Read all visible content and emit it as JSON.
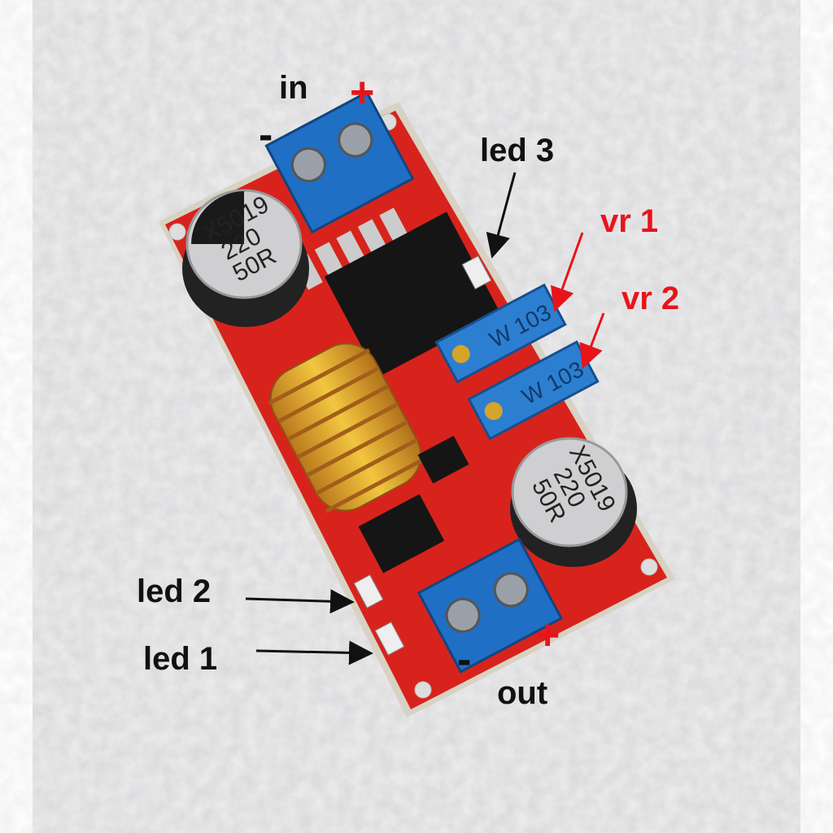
{
  "annotations": {
    "input_label": "in",
    "input_plus": "+",
    "input_minus": "-",
    "output_label": "out",
    "output_plus": "+",
    "output_minus": "-",
    "led3": "led 3",
    "led2": "led 2",
    "led1": "led 1",
    "vr1": "vr 1",
    "vr2": "vr 2"
  },
  "component_markings": {
    "capacitor_top": [
      "X5019",
      "220",
      "50R"
    ],
    "capacitor_bottom": [
      "X5019",
      "220",
      "50R"
    ],
    "trimmer_1": "W 103",
    "trimmer_2": "W 103"
  },
  "colors": {
    "pcb": "#d8231c",
    "terminal": "#1f6fc4",
    "label_red": "#e8141a",
    "label_black": "#111111"
  }
}
